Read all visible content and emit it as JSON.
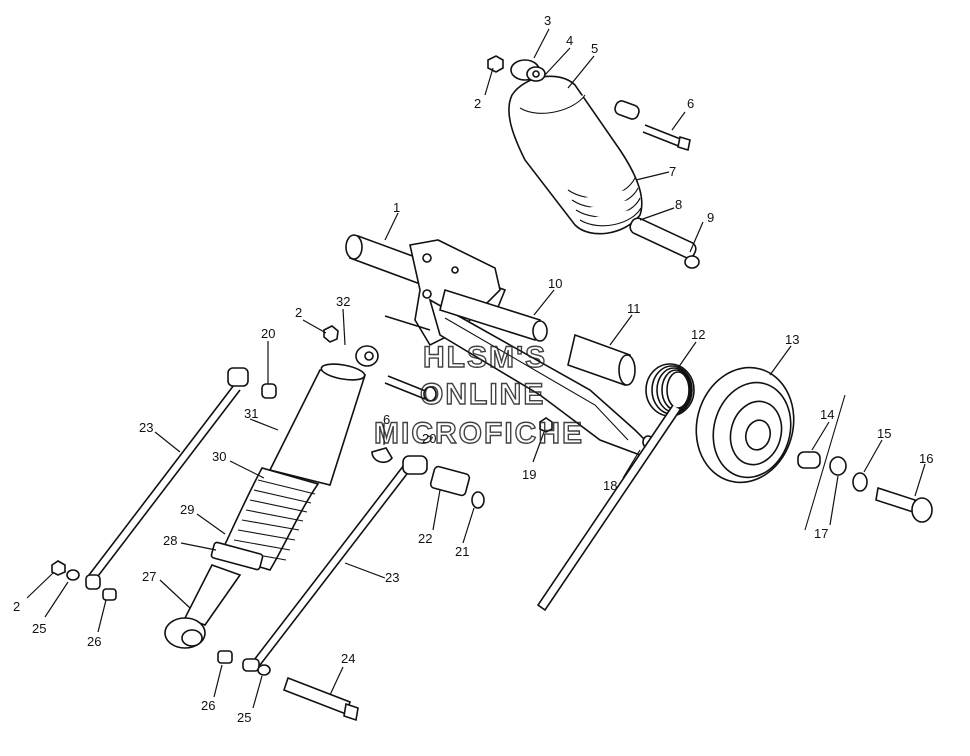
{
  "watermark": [
    "HLSM'S",
    "ONLINE",
    "MICROFICHE"
  ],
  "callouts": {
    "c1": "1",
    "c2a": "2",
    "c2b": "2",
    "c2c": "2",
    "c3": "3",
    "c4": "4",
    "c5": "5",
    "c6a": "6",
    "c6b": "6",
    "c7": "7",
    "c8": "8",
    "c9": "9",
    "c10": "10",
    "c11": "11",
    "c12": "12",
    "c13": "13",
    "c14": "14",
    "c15": "15",
    "c16": "16",
    "c17": "17",
    "c18": "18",
    "c19": "19",
    "c20a": "20",
    "c20b": "20",
    "c21": "21",
    "c22": "22",
    "c23a": "23",
    "c23b": "23",
    "c24": "24",
    "c25a": "25",
    "c25b": "25",
    "c26a": "26",
    "c26b": "26",
    "c27": "27",
    "c28": "28",
    "c29": "29",
    "c30": "30",
    "c31": "31",
    "c32": "32"
  }
}
